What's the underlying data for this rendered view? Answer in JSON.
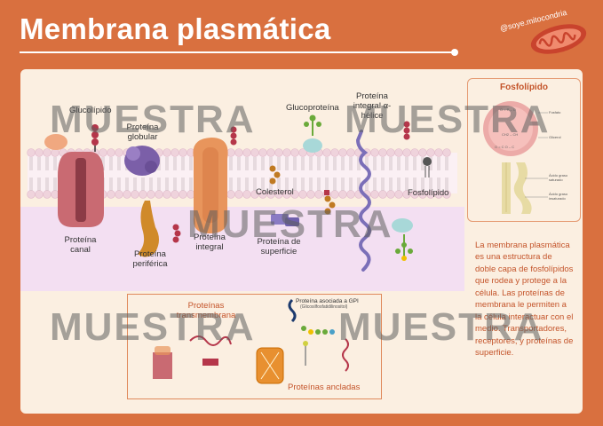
{
  "title": "Membrana plasmática",
  "brand": "@soye.mitocondria",
  "watermark": "MUESTRA",
  "labels": {
    "glucolipido": "Glucolípido",
    "proteina_globular": "Proteína globular",
    "glucoproteina": "Glucoproteína",
    "proteina_integral_alfa": "Proteína integral α-hélice",
    "colesterol": "Colesterol",
    "fosfolipido": "Fosfolípido",
    "proteina_canal": "Proteína canal",
    "proteina_periferica": "Proteína periférica",
    "proteina_integral": "Proteína integral",
    "proteina_superficie": "Proteína de superficie"
  },
  "inset": {
    "title": "Fosfolípido",
    "fosfato": "Fosfato",
    "glicerol": "Glicerol",
    "saturado": "Ácido graso saturado",
    "insaturado": "Ácido graso insaturado"
  },
  "box": {
    "transmembrana": "Proteínas transmembrana",
    "gpi": "Proteína asociada a GPI",
    "gpi_sub": "(Glicosilfosfatidilinositol)",
    "ancladas": "Proteínas ancladas"
  },
  "description": "La membrana plasmática es una estructura de doble capa de fosfolípidos que rodea y protege a la célula. Las proteínas de membrana le permiten a la célula interactuar con el medio. Transportadores, receptores, y proteínas de superficie.",
  "colors": {
    "background": "#d9703f",
    "card": "#fbefe1",
    "accent": "#c4542a"
  }
}
